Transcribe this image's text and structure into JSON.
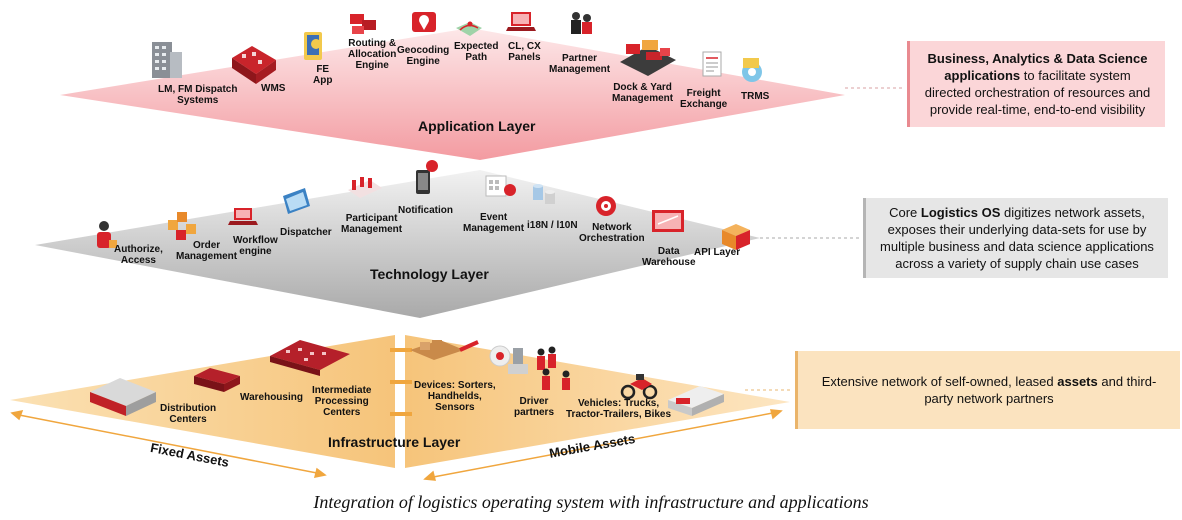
{
  "application_layer": {
    "title": "Application Layer",
    "items": {
      "lm_fm": "LM, FM Dispatch\nSystems",
      "wms": "WMS",
      "fe_app": "FE\nApp",
      "routing": "Routing &\nAllocation\nEngine",
      "geocoding": "Geocoding\nEngine",
      "expected_path": "Expected\nPath",
      "cl_cx": "CL, CX\nPanels",
      "partner": "Partner\nManagement",
      "dock_yard": "Dock & Yard\nManagement",
      "freight": "Freight\nExchange",
      "trms": "TRMS"
    },
    "box": {
      "bold": "Business, Analytics & Data Science applications",
      "text": " to facilitate system directed orchestration of resources and provide real-time, end-to-end visibility"
    }
  },
  "technology_layer": {
    "title": "Technology Layer",
    "items": {
      "authorize": "Authorize,\nAccess",
      "order": "Order\nManagement",
      "workflow": "Workflow\nengine",
      "dispatcher": "Dispatcher",
      "participant": "Participant\nManagement",
      "notification": "Notification",
      "event": "Event\nManagement",
      "i18n": "i18N / l10N",
      "network": "Network\nOrchestration",
      "warehouse": "Data\nWarehouse",
      "api": "API Layer"
    },
    "box": {
      "pre": "Core ",
      "bold": "Logistics OS",
      "text": " digitizes network assets, exposes their underlying data-sets for use by multiple business and data science applications across a variety of supply chain use cases"
    }
  },
  "infrastructure_layer": {
    "title": "Infrastructure Layer",
    "items": {
      "dc": "Distribution\nCenters",
      "warehousing": "Warehousing",
      "ipc": "Intermediate\nProcessing\nCenters",
      "devices": "Devices: Sorters,\nHandhelds,\nSensors",
      "driver": "Driver\npartners",
      "vehicles": "Vehicles: Trucks,\nTractor-Trailers, Bikes"
    },
    "fixed": "Fixed Assets",
    "mobile": "Mobile Assets",
    "box": {
      "pre": "Extensive network of self-owned, leased ",
      "bold": "assets",
      "text": " and third-party network partners"
    }
  },
  "caption": "Integration of logistics operating system with infrastructure and applications",
  "colors": {
    "app_layer": "#f4a9ad",
    "tech_layer": "#c8c8c8",
    "infra_layer": "#f8d49a",
    "accent_red": "#d8232a",
    "app_box": "#fbd6d8",
    "tech_box": "#e6e6e6",
    "infra_box": "#fbe3bf"
  }
}
